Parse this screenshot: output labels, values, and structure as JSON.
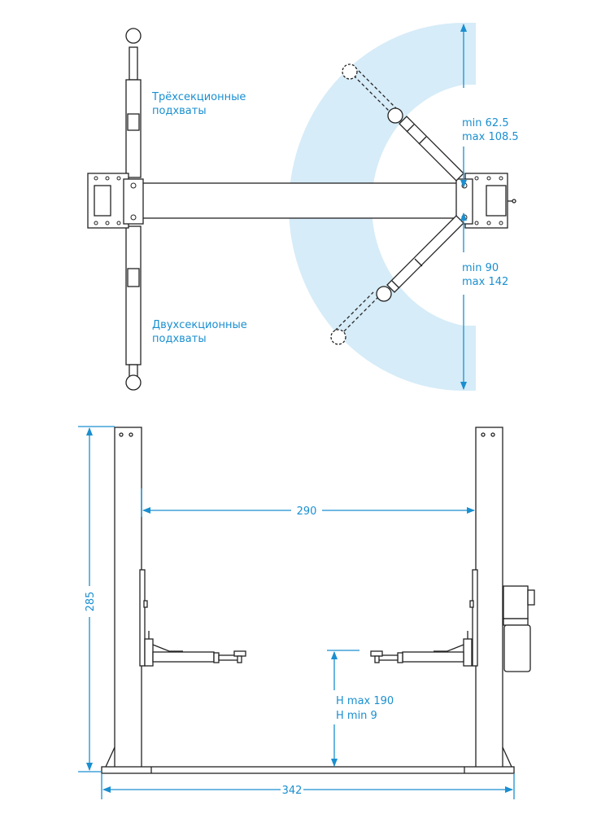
{
  "top_view": {
    "three_section_label": [
      "Трёхсекционные",
      "подхваты"
    ],
    "two_section_label": [
      "Двухсекционные",
      "подхваты"
    ],
    "upper_arm_range": [
      "min 62.5",
      "max 108.5"
    ],
    "lower_arm_range": [
      "min 90",
      "max 142"
    ]
  },
  "front_view": {
    "height_total": "285",
    "inner_width": "290",
    "outer_width": "342",
    "lift_height": [
      "H max 190",
      "H min 9"
    ]
  },
  "colors": {
    "accent": "#1a8fd0",
    "sweep_fill": "#d6ecf8",
    "line": "#222222"
  }
}
